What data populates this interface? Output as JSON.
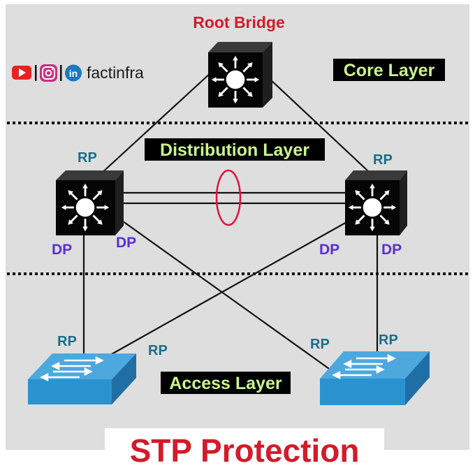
{
  "root_label": "Root Bridge",
  "brand": "factinfra",
  "layers": {
    "core": "Core Layer",
    "distribution": "Distribution Layer",
    "access": "Access Layer"
  },
  "ports": {
    "dist_left_up": "RP",
    "dist_right_up": "RP",
    "dist_left_down_a": "DP",
    "dist_left_down_b": "DP",
    "dist_right_down_a": "DP",
    "dist_right_down_b": "DP",
    "access_left_a": "RP",
    "access_left_b": "RP",
    "access_right_a": "RP",
    "access_right_b": "RP"
  },
  "title": "STP Protection",
  "colors": {
    "title_red": "#d31b2a",
    "port_teal": "#1a6f86",
    "port_purple": "#5b2fd6",
    "layer_green": "#c9f58c",
    "switch_blue": "#2a93cf"
  },
  "icons": [
    "youtube-icon",
    "instagram-icon",
    "linkedin-icon",
    "multilayer-switch-icon",
    "access-switch-icon"
  ]
}
